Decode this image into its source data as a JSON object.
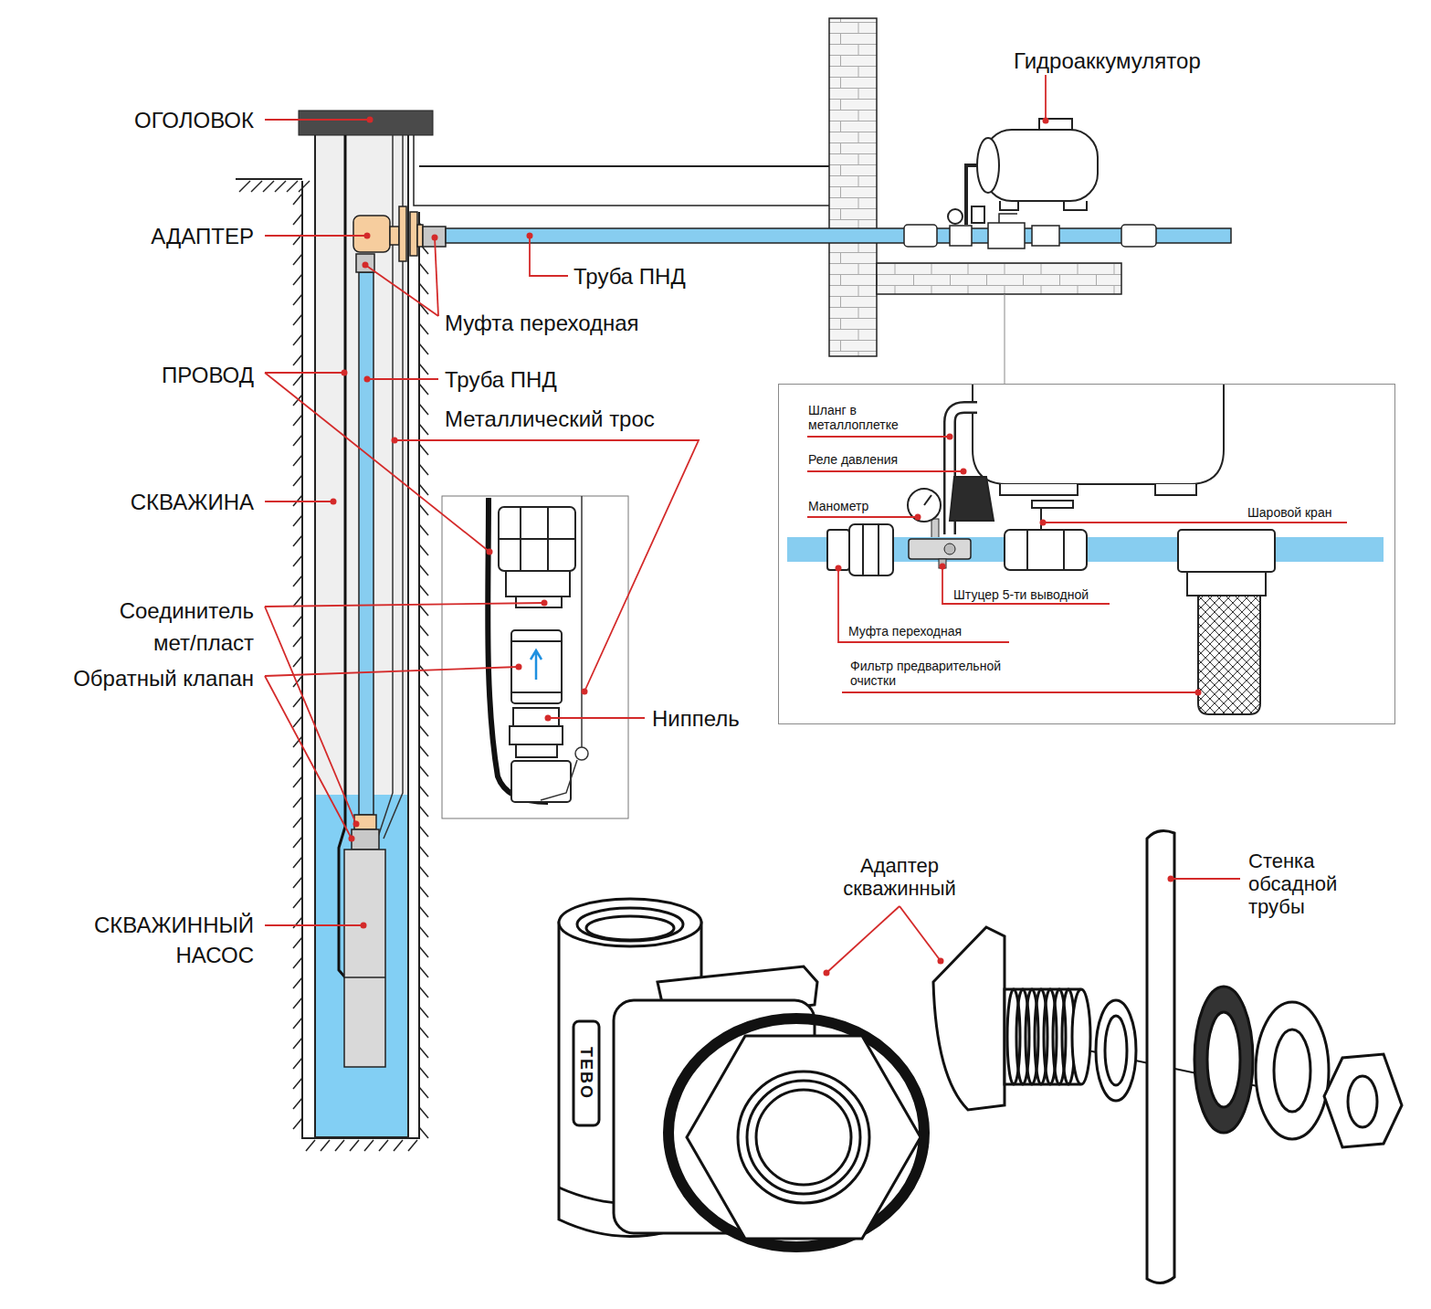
{
  "diagram": {
    "nodes": [
      {
        "text": [
          "Шланг в металлоплетке",
          "Реле давления",
          "Манометр",
          "Шаровой кран",
          "Штуцер 5-ти выводной",
          "Муфта переходная",
          "Фильтр предварительной очистки"
        ]
      }
    ],
    "labels": [
      "ОГОЛОВОК",
      "АДАПТЕР",
      "Труба ПНД",
      "Муфта переходная",
      "ПРОВОД",
      "Труба ПНД",
      "Металлический трос",
      "СКВАЖИНА",
      "Соединитель мет/пласт",
      "Обратный клапан",
      "Ниппель",
      "СКВАЖИННЫЙ НАСОС",
      "Гидроаккумулятор",
      "Адаптер скважинный",
      "TEBO",
      "Стенка обсадной трубы"
    ]
  }
}
